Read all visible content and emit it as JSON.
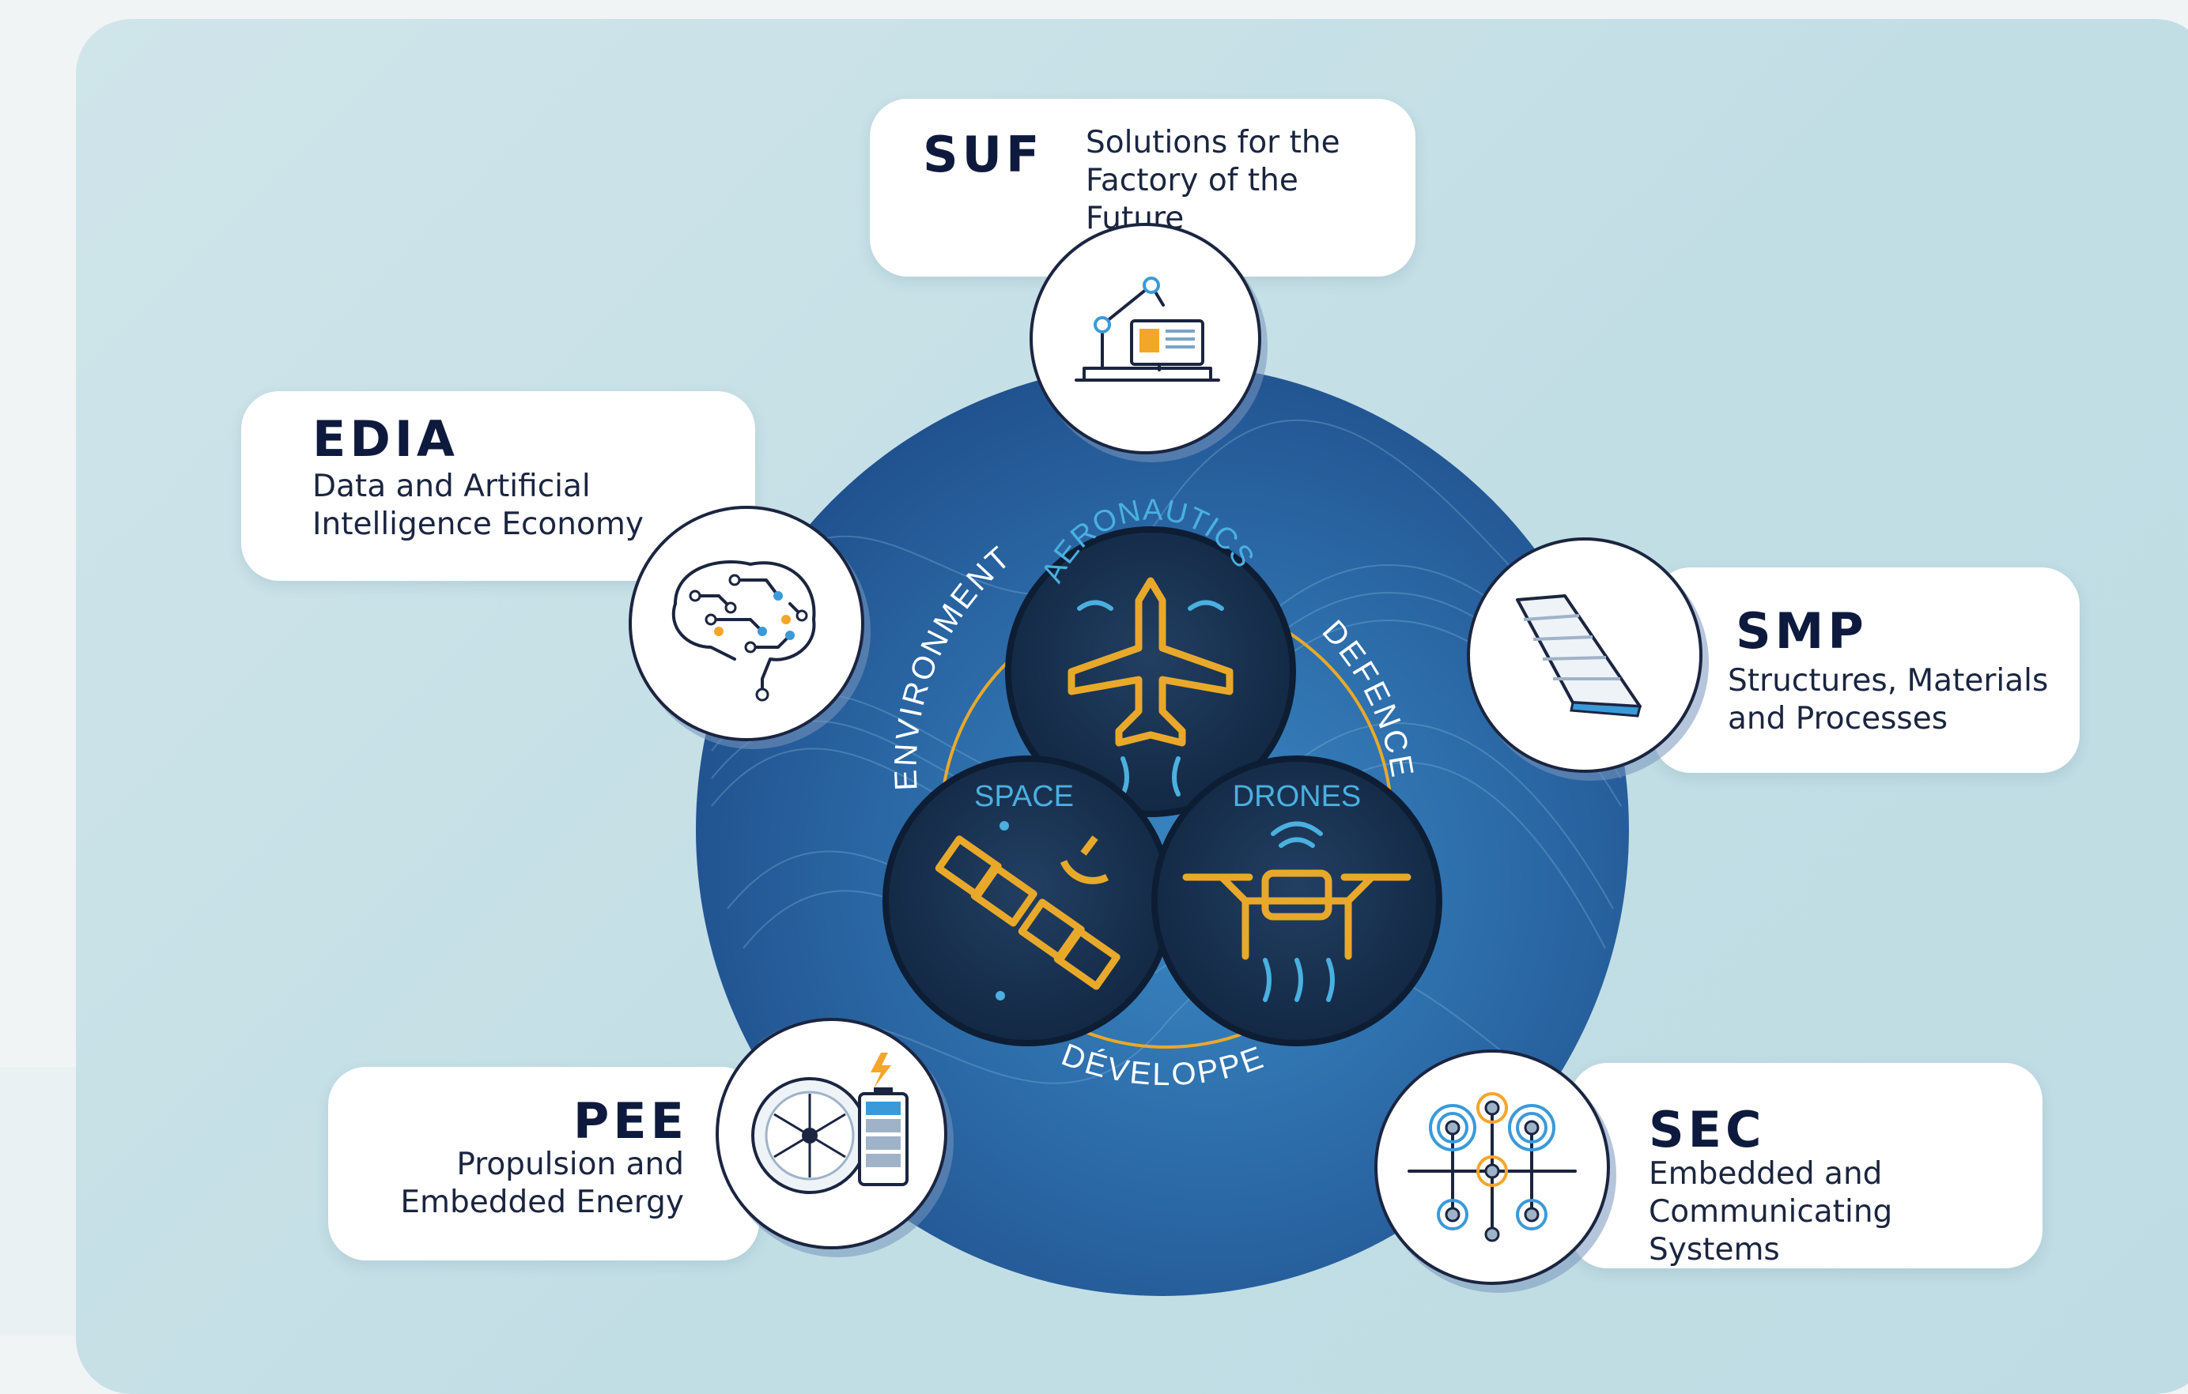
{
  "center": {
    "patches": [
      {
        "key": "aeronautics",
        "label": "AERONAUTICS"
      },
      {
        "key": "space",
        "label": "SPACE"
      },
      {
        "key": "drones",
        "label": "DRONES"
      }
    ],
    "ring_labels": {
      "left": "ENVIRONMENT",
      "right": "DEFENCE",
      "bottom": "DÉVELOPPEMENT"
    }
  },
  "clusters": [
    {
      "key": "suf",
      "code": "SUF",
      "line1": "Solutions for the",
      "line2": "Factory of the Future",
      "icon": "robot-arm-workstation-icon"
    },
    {
      "key": "edia",
      "code": "EDIA",
      "line1": "Data and Artificial",
      "line2": "Intelligence Economy",
      "icon": "circuit-brain-icon"
    },
    {
      "key": "smp",
      "code": "SMP",
      "line1": "Structures, Materials",
      "line2": "and Processes",
      "icon": "composite-wing-panel-icon"
    },
    {
      "key": "pee",
      "code": "PEE",
      "line1": "Propulsion and",
      "line2": "Embedded Energy",
      "icon": "turbine-battery-icon"
    },
    {
      "key": "sec",
      "code": "SEC",
      "line1": "Embedded and",
      "line2": "Communicating Systems",
      "icon": "wireless-circuit-icon"
    }
  ],
  "colors": {
    "panel_background": "#c7e1e7",
    "hub_blue": "#2d6ba8",
    "patch_navy": "#15304f",
    "embroidery_gold": "#e8a92a",
    "embroidery_cyan": "#4ab0e0",
    "text_navy": "#0e1a3d",
    "accent_orange": "#f4a62a"
  }
}
